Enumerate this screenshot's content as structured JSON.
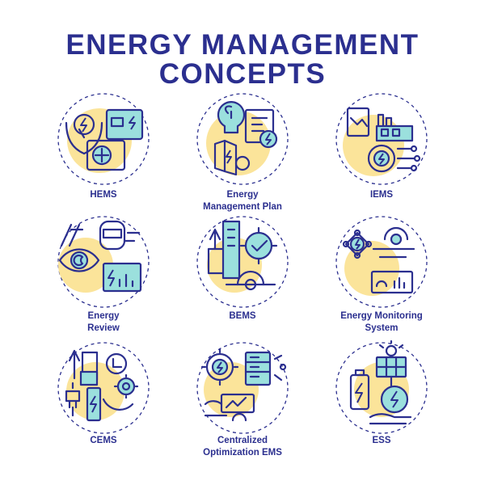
{
  "title": {
    "line1": "ENERGY MANAGEMENT",
    "line2": "CONCEPTS"
  },
  "colors": {
    "primary": "#2b2f8f",
    "yellow": "#fbe49a",
    "teal": "#9be0dd"
  },
  "concepts": [
    {
      "label": "HEMS",
      "icon": "home-energy-icon"
    },
    {
      "label": "Energy\nManagement Plan",
      "icon": "lightbulb-plan-icon"
    },
    {
      "label": "IEMS",
      "icon": "industrial-energy-icon"
    },
    {
      "label": "Energy\nReview",
      "icon": "eye-meter-icon"
    },
    {
      "label": "BEMS",
      "icon": "building-gear-icon"
    },
    {
      "label": "Energy Monitoring\nSystem",
      "icon": "monitoring-network-icon"
    },
    {
      "label": "CEMS",
      "icon": "city-energy-icon"
    },
    {
      "label": "Centralized\nOptimization EMS",
      "icon": "server-optimization-icon"
    },
    {
      "label": "ESS",
      "icon": "battery-solar-icon"
    }
  ]
}
